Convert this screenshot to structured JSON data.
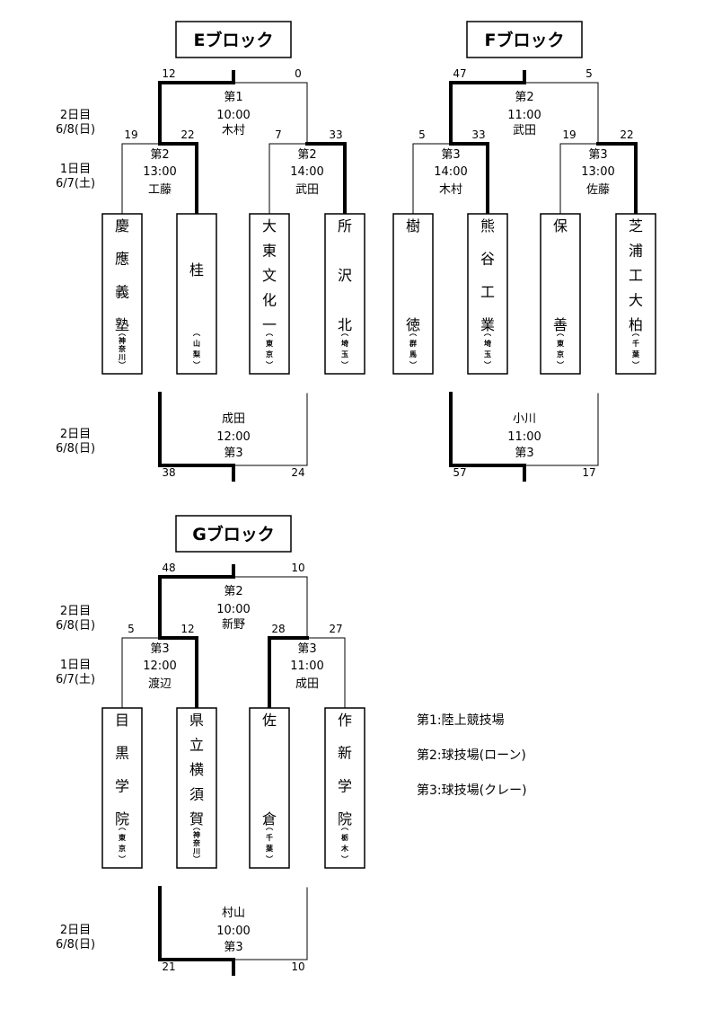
{
  "blocks": [
    {
      "title": "Eブロック",
      "teams": [
        {
          "name": "慶應義塾",
          "pref": "神奈川"
        },
        {
          "name": "桂",
          "pref": "山梨"
        },
        {
          "name": "大東文化一",
          "pref": "東京"
        },
        {
          "name": "所沢北",
          "pref": "埼玉"
        }
      ],
      "first_round": [
        {
          "venue": "第2",
          "time": "13:00",
          "referee": "工藤",
          "scores": [
            "19",
            "22"
          ],
          "winner": 1
        },
        {
          "venue": "第2",
          "time": "14:00",
          "referee": "武田",
          "scores": [
            "7",
            "33"
          ],
          "winner": 1
        }
      ],
      "second_round": {
        "venue": "第1",
        "time": "10:00",
        "referee": "木村",
        "scores": [
          "12",
          "0"
        ],
        "winner": 0
      },
      "third_place": {
        "venue": "第3",
        "time": "12:00",
        "referee": "成田",
        "scores": [
          "38",
          "24"
        ],
        "winner": 0
      }
    },
    {
      "title": "Fブロック",
      "teams": [
        {
          "name": "樹徳",
          "pref": "群馬"
        },
        {
          "name": "熊谷工業",
          "pref": "埼玉"
        },
        {
          "name": "保善",
          "pref": "東京"
        },
        {
          "name": "芝浦工大柏",
          "pref": "千葉"
        }
      ],
      "first_round": [
        {
          "venue": "第3",
          "time": "14:00",
          "referee": "木村",
          "scores": [
            "5",
            "33"
          ],
          "winner": 1
        },
        {
          "venue": "第3",
          "time": "13:00",
          "referee": "佐藤",
          "scores": [
            "19",
            "22"
          ],
          "winner": 1
        }
      ],
      "second_round": {
        "venue": "第2",
        "time": "11:00",
        "referee": "武田",
        "scores": [
          "47",
          "5"
        ],
        "winner": 0
      },
      "third_place": {
        "venue": "第3",
        "time": "11:00",
        "referee": "小川",
        "scores": [
          "57",
          "17"
        ],
        "winner": 0
      }
    },
    {
      "title": "Gブロック",
      "teams": [
        {
          "name": "目黒学院",
          "pref": "東京"
        },
        {
          "name": "県立横須賀",
          "pref": "神奈川"
        },
        {
          "name": "佐倉",
          "pref": "千葉"
        },
        {
          "name": "作新学院",
          "pref": "栃木"
        }
      ],
      "first_round": [
        {
          "venue": "第3",
          "time": "12:00",
          "referee": "渡辺",
          "scores": [
            "5",
            "12"
          ],
          "winner": 1
        },
        {
          "venue": "第3",
          "time": "11:00",
          "referee": "成田",
          "scores": [
            "28",
            "27"
          ],
          "winner": 0
        }
      ],
      "second_round": {
        "venue": "第2",
        "time": "10:00",
        "referee": "新野",
        "scores": [
          "48",
          "10"
        ],
        "winner": 0
      },
      "third_place": {
        "venue": "第3",
        "time": "10:00",
        "referee": "村山",
        "scores": [
          "21",
          "10"
        ],
        "winner": 0
      }
    }
  ],
  "days": {
    "day2": [
      "2日目",
      "6/8(日)"
    ],
    "day1": [
      "1日目",
      "6/7(土)"
    ]
  },
  "legend": [
    "第1:陸上競技場",
    "第2:球技場(ローン)",
    "第3:球技場(クレー)"
  ],
  "colors": {
    "line": "#000000",
    "background": "#ffffff"
  }
}
